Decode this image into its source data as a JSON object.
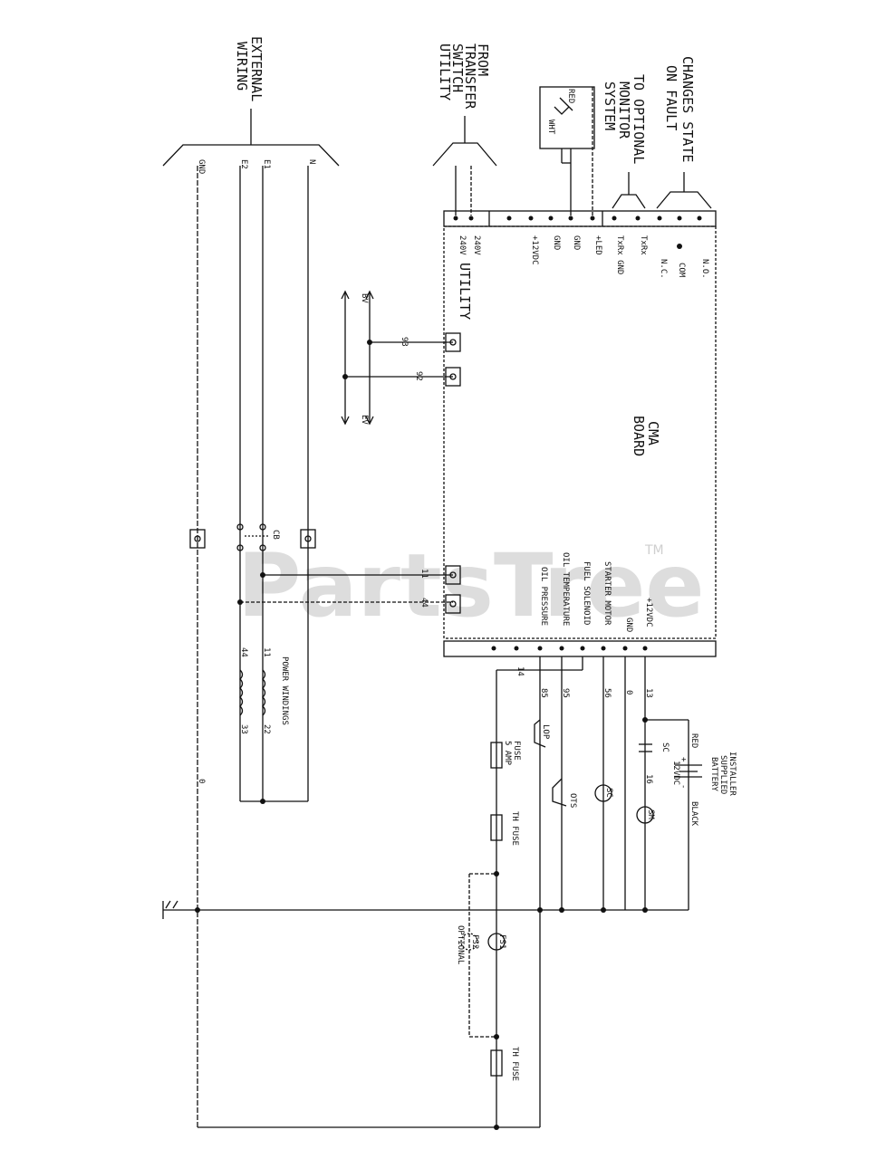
{
  "watermark": {
    "text": "PartsTree",
    "mark": "TM"
  },
  "header": {
    "changes_state": [
      "CHANGES STATE",
      "ON FAULT"
    ],
    "optional_monitor": [
      "TO OPTIONAL",
      "MONITOR",
      "SYSTEM"
    ],
    "from_transfer": [
      "FROM",
      "TRANSFER",
      "SWITCH",
      "UTILITY"
    ],
    "external_wiring": [
      "EXTERNAL",
      "WIRING"
    ]
  },
  "led_module": {
    "red": "RED",
    "wht": "WHT"
  },
  "top_connector_labels": [
    "N.O.",
    "COM",
    "N.C.",
    "TxRx",
    "TxRx GND",
    "+LED",
    "GND",
    "GND",
    "+12VDC",
    "240V",
    "240V"
  ],
  "utility_label": "UTILITY",
  "cma_board": [
    "CMA",
    "BOARD"
  ],
  "bottom_connector_labels": [
    "+12VDC",
    "GND",
    "STARTER MOTOR",
    "FUEL SOLENOID",
    "OIL TEMPERATURE",
    "OIL PRESSURE"
  ],
  "external_wire_labels": [
    "N",
    "E1",
    "E2",
    "GND"
  ],
  "bus_labels": {
    "top": "BV",
    "bottom": "EV"
  },
  "wire_numbers": {
    "w93": "93",
    "w92": "92",
    "w11": "11",
    "w44": "44",
    "w14": "14",
    "w85": "85",
    "w95": "95",
    "w56": "56",
    "w0": "0",
    "w13": "13",
    "w16": "16",
    "w0b": "0",
    "w11b": "11",
    "w22": "22",
    "w44b": "44",
    "w33": "33"
  },
  "cb_label": "CB",
  "power_windings": "POWER WINDINGS",
  "battery": {
    "title": [
      "INSTALLER",
      "SUPPLIED",
      "BATTERY"
    ],
    "voltage": "12VDC",
    "red": "RED",
    "black": "BLACK",
    "plus": "+",
    "minus": "-"
  },
  "components": {
    "sc_relay": "SC",
    "sc_motor": "SC",
    "sm": "SM",
    "lop": "LOP",
    "ots": "OTS",
    "fuse": [
      "FUSE",
      "5 AMP"
    ],
    "th_fuse_1": "TH FUSE",
    "th_fuse_2": "TH FUSE",
    "fs1": "FS1",
    "fs2": "FS2",
    "optional": "OPTIONAL"
  }
}
